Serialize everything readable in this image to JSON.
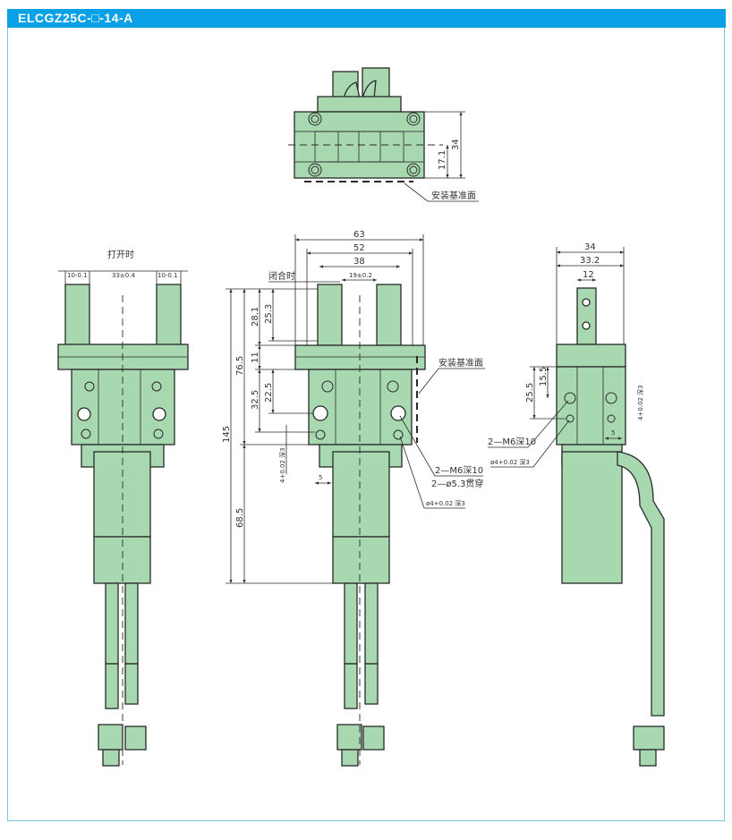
{
  "header": {
    "title": "ELCGZ25C-□-14-A"
  },
  "top_view": {
    "dim_height": "34",
    "dim_half": "17.1",
    "datum_label": "安装基准面"
  },
  "open_view": {
    "title": "打开时",
    "dim_left": "10-0.1",
    "dim_center": "33±0.4",
    "dim_right": "10-0.1"
  },
  "closed_view": {
    "title": "闭合时",
    "dim_63": "63",
    "dim_52": "52",
    "dim_38": "38",
    "dim_19": "19±0.2",
    "dim_145": "145",
    "dim_76_5": "76.5",
    "dim_68_5": "68.5",
    "dim_28_1": "28.1",
    "dim_25_3": "25.3",
    "dim_11": "11",
    "dim_32_5": "32.5",
    "dim_22_5": "22.5",
    "dim_pin": "4+0.02 深3",
    "dim_5": "5",
    "datum_label": "安装基准面",
    "note_m6": "2—M6深10",
    "note_thru": "2—ø5.3贯穿",
    "note_pin": "ø4+0.02 深3"
  },
  "side_view": {
    "dim_34": "34",
    "dim_33_2": "33.2",
    "dim_12": "12",
    "dim_25_5": "25.5",
    "dim_15_5": "15.5",
    "dim_pin": "4+0.02 深3",
    "dim_5": "5",
    "note_m6": "2—M6深10",
    "note_pin": "ø4+0.02 深3"
  },
  "colors": {
    "header": "#0aa0e6",
    "part_fill": "#a8d8b0",
    "outline": "#2a2a2a"
  }
}
